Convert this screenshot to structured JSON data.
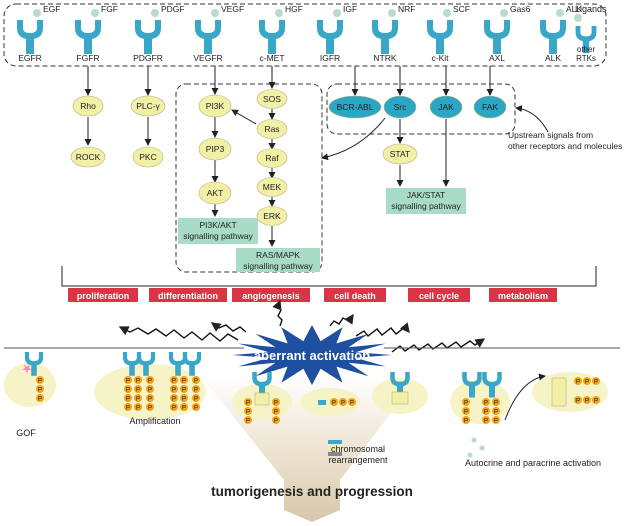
{
  "colors": {
    "receptor": "#3aa7c9",
    "oval_yellow": "#f2efa6",
    "oval_teal": "#2aa7c4",
    "pathway_box": "#a9dcc6",
    "red_label": "#d93545",
    "star_blue": "#1f4fa0",
    "ligand_dot": "#b8dcc9",
    "phospho": "#f3a21a",
    "membrane_blob": "#f6f3c6"
  },
  "ligands": [
    "EGF",
    "FGF",
    "PDGF",
    "VEGF",
    "HGF",
    "IGF",
    "NRF",
    "SCF",
    "Gas6",
    "ALK"
  ],
  "ligands_label": "Ligands",
  "receptors": [
    "EGFR",
    "FGFR",
    "PDGFR",
    "VEGFR",
    "c-MET",
    "IGFR",
    "NTRK",
    "c-Kit",
    "AXL",
    "ALK"
  ],
  "other_rtks": [
    "other",
    "RTKs"
  ],
  "left_pathways": {
    "rho": "Rho",
    "rock": "ROCK",
    "plcy": "PLC-γ",
    "pkc": "PKC"
  },
  "pi3k_pathway": {
    "nodes": [
      "PI3K",
      "PIP3",
      "AKT"
    ],
    "box": [
      "PI3K/AKT",
      "signalling pathway"
    ]
  },
  "ras_pathway": {
    "nodes": [
      "SOS",
      "Ras",
      "Raf",
      "MEK",
      "ERK"
    ],
    "box": [
      "RAS/MAPK",
      "signalling pathway"
    ]
  },
  "cytoplasmic": [
    "BCR-ABL",
    "Src",
    "JAK",
    "FAK"
  ],
  "stat_node": "STAT",
  "jakstat_box": [
    "JAK/STAT",
    "signalling pathway"
  ],
  "upstream_note": [
    "Upstream signals from",
    "other receptors and molecules"
  ],
  "outcomes": [
    "proliferation",
    "differentiation",
    "angiogenesis",
    "cell death",
    "cell cycle",
    "metabolism"
  ],
  "center_label": "aberrant activation",
  "mechanisms": {
    "gof": "GOF",
    "amplification": "Amplification",
    "chromosomal": [
      "chromosomal",
      "rearrangement"
    ],
    "autocrine": "Autocrine and paracrine activation"
  },
  "phospho_label": "P",
  "bottom_title": "tumorigenesis and progression"
}
